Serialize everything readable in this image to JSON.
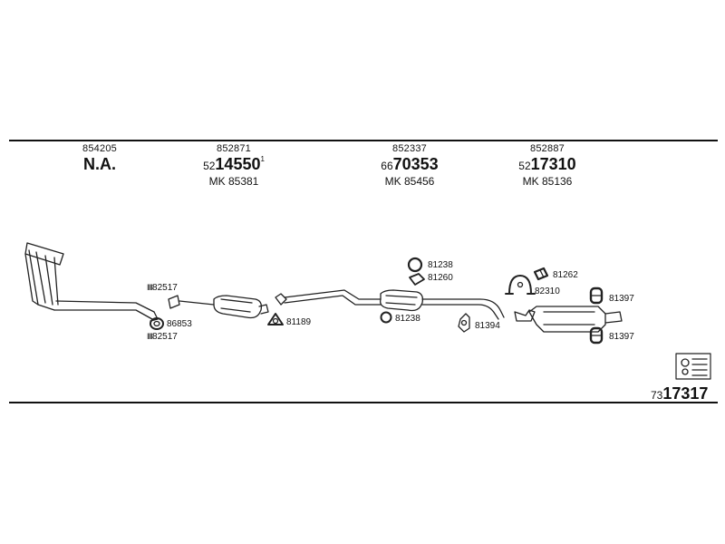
{
  "columns": [
    {
      "part": "854205",
      "main": "N.A.",
      "main_prefix": "",
      "main_suffix": "",
      "mk": ""
    },
    {
      "part": "852871",
      "main_prefix": "52",
      "main": "14550",
      "main_suffix": "1",
      "mk": "MK 85381"
    },
    {
      "part": "852337",
      "main_prefix": "66",
      "main": "70353",
      "main_suffix": "",
      "mk": "MK 85456"
    },
    {
      "part": "852887",
      "main_prefix": "52",
      "main": "17310",
      "main_suffix": "",
      "mk": "MK 85136"
    }
  ],
  "labels": {
    "l82517a": "82517",
    "l86853": "86853",
    "l82517b": "82517",
    "l81189": "81189",
    "l81238a": "81238",
    "l81260": "81260",
    "l81238b": "81238",
    "l81394": "81394",
    "l81262": "81262",
    "l82310": "82310",
    "l81397a": "81397",
    "l81397b": "81397"
  },
  "footer": {
    "code_prefix": "73",
    "code": "17317"
  }
}
